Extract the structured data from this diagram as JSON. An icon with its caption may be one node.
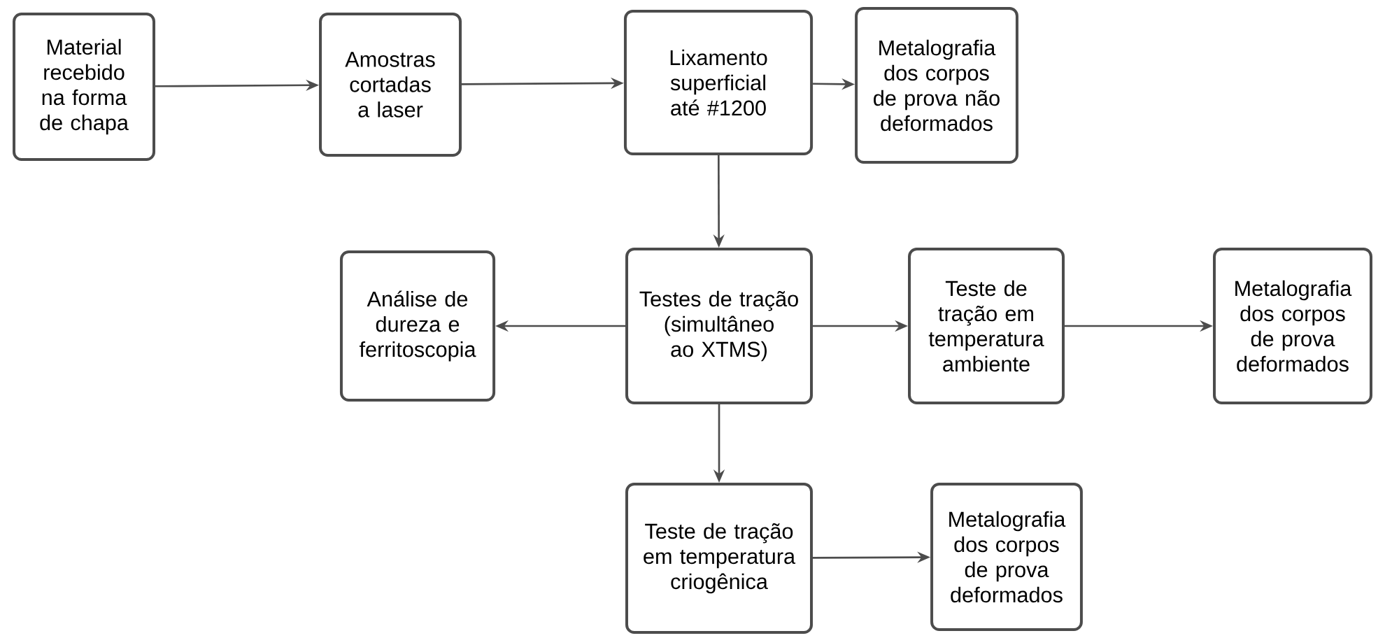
{
  "diagram": {
    "nodes": [
      {
        "text": [
          "Material recebido na forma de chapa"
        ]
      },
      {
        "text": [
          "Amostras cortadas a laser"
        ]
      },
      {
        "text": [
          "Lixamento superficial até #1200"
        ]
      },
      {
        "text": [
          "Metalografia dos corpos de prova não deformados"
        ]
      },
      {
        "text": [
          "Análise de dureza e ferritoscopia"
        ]
      },
      {
        "text": [
          "Testes de tração (simultâneo ao XTMS)"
        ]
      },
      {
        "text": [
          "Teste de tração em temperatura ambiente"
        ]
      },
      {
        "text": [
          "Metalografia dos corpos de prova deformados"
        ]
      },
      {
        "text": [
          "Teste de tração em temperatura criogênica"
        ]
      },
      {
        "text": [
          "Metalografia dos corpos de prova deformados"
        ]
      }
    ],
    "edges": [
      {
        "from": 0,
        "to": 1,
        "arrow": "to"
      },
      {
        "from": 1,
        "to": 2,
        "arrow": "to"
      },
      {
        "from": 2,
        "to": 3,
        "arrow": "to"
      },
      {
        "from": 2,
        "to": 5,
        "arrow": "to"
      },
      {
        "from": 5,
        "to": 4,
        "arrow": "to"
      },
      {
        "from": 5,
        "to": 6,
        "arrow": "to"
      },
      {
        "from": 6,
        "to": 7,
        "arrow": "to"
      },
      {
        "from": 5,
        "to": 8,
        "arrow": "to"
      },
      {
        "from": 8,
        "to": 9,
        "arrow": "to"
      }
    ]
  }
}
